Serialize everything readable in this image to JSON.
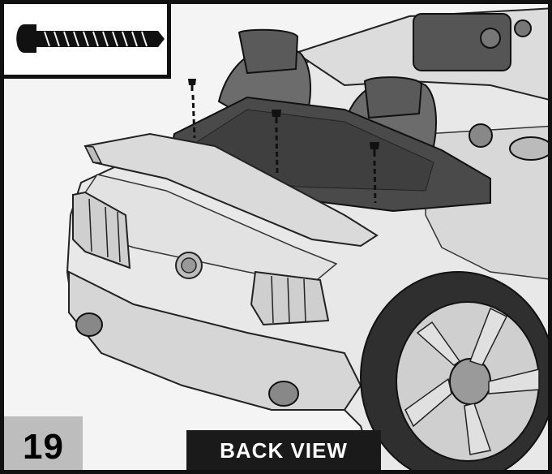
{
  "step": {
    "number": "19"
  },
  "view": {
    "label": "BACK VIEW"
  },
  "inset": {
    "part": "screw-icon"
  },
  "callouts": {
    "screw_count": 3
  }
}
